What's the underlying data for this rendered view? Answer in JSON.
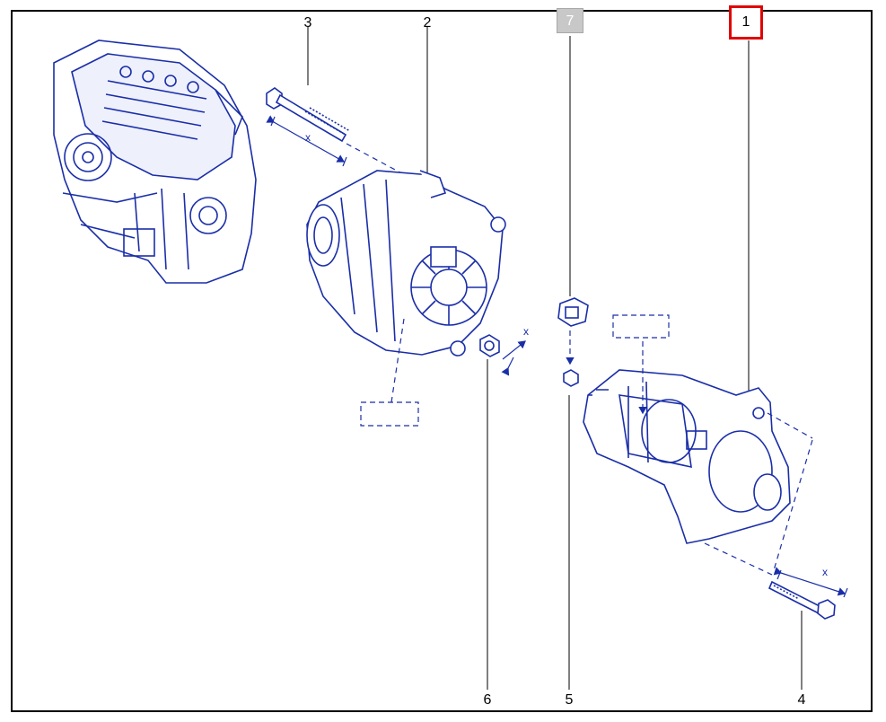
{
  "callouts": {
    "c1": "1",
    "c2": "2",
    "c3": "3",
    "c4": "4",
    "c5": "5",
    "c6": "6",
    "c7": "7"
  },
  "dimension_label": "x",
  "colors": {
    "line_art": "#1a2ea8",
    "highlight": "#e00000",
    "grey_callout": "#c8c8c8",
    "leader": "#000000"
  }
}
